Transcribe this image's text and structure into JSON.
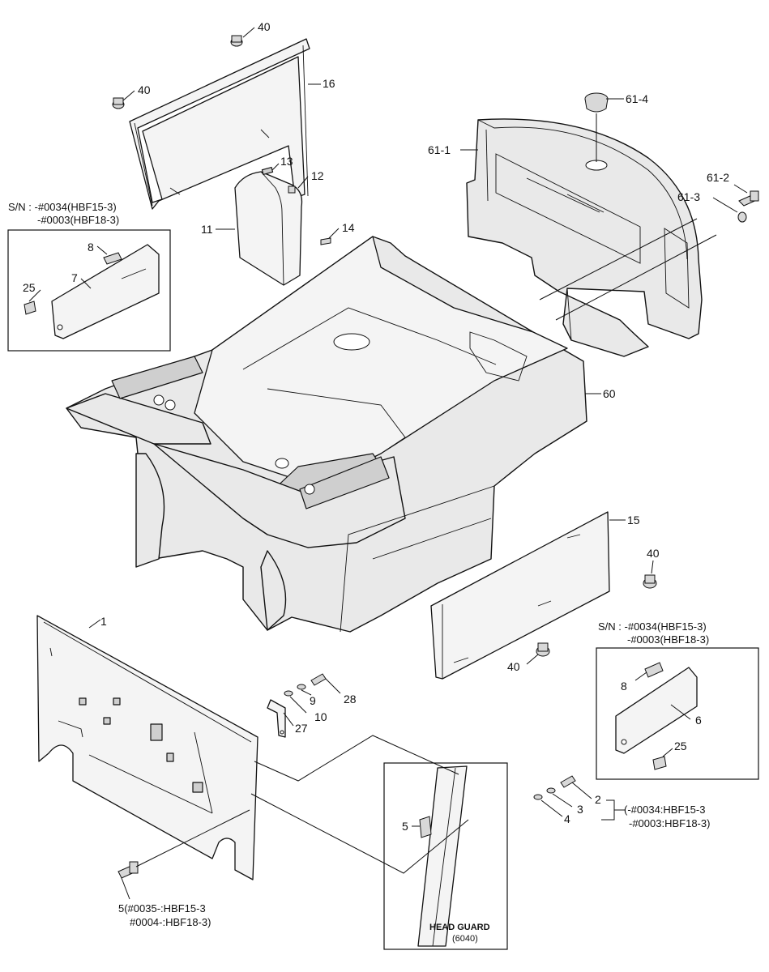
{
  "labels": {
    "p40a": "40",
    "p16": "16",
    "p40b": "40",
    "p61_4": "61-4",
    "p61_1": "61-1",
    "p61_2": "61-2",
    "p61_3": "61-3",
    "p13": "13",
    "p12": "12",
    "p11": "11",
    "p14": "14",
    "p8a": "8",
    "p7": "7",
    "p25a": "25",
    "p60": "60",
    "p15": "15",
    "p40c": "40",
    "p40d": "40",
    "p1": "1",
    "p28": "28",
    "p9": "9",
    "p10": "10",
    "p27": "27",
    "p8b": "8",
    "p6": "6",
    "p25b": "25",
    "p2": "2",
    "p3": "3",
    "p4": "4",
    "p5a": "5"
  },
  "notes": {
    "sn_left_1": "S/N : -#0034(HBF15-3)",
    "sn_left_2": "-#0003(HBF18-3)",
    "sn_right_1": "S/N : -#0034(HBF15-3)",
    "sn_right_2": "-#0003(HBF18-3)",
    "range_1": "(-#0034:HBF15-3",
    "range_2": "-#0003:HBF18-3)",
    "bolt5_1": "5(#0035-:HBF15-3",
    "bolt5_2": "#0004-:HBF18-3)",
    "head_guard": "HEAD GUARD",
    "head_guard_code": "(6040)"
  }
}
